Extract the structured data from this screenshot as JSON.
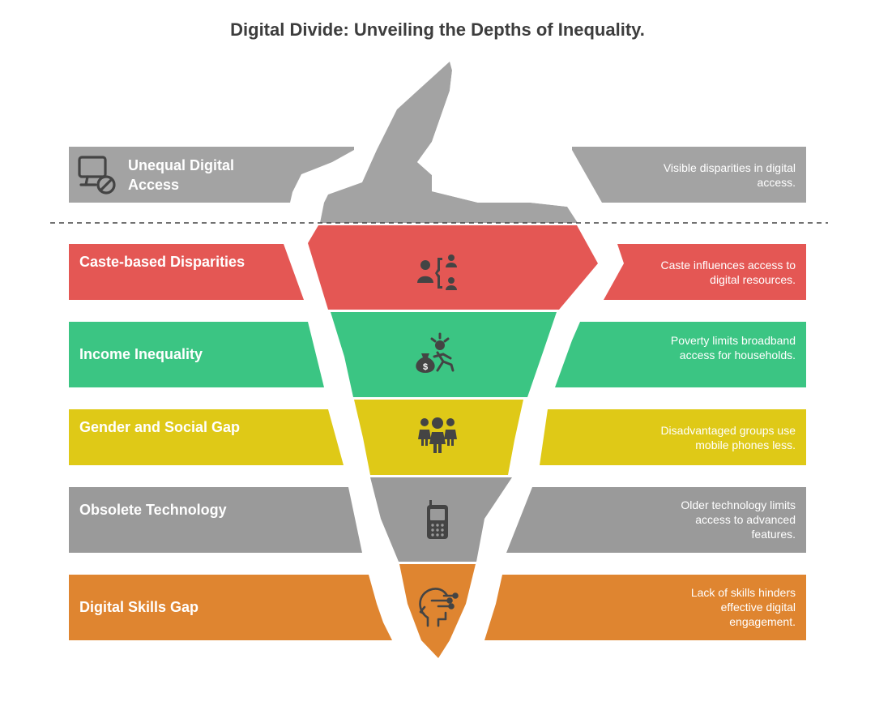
{
  "title": "Digital Divide: Unveiling the Depths of Inequality.",
  "layers": [
    {
      "label": "Unequal Digital Access",
      "description": "Visible disparities in digital access.",
      "color": "#a3a3a3",
      "icon": "monitor-blocked-icon"
    },
    {
      "label": "Caste-based Disparities",
      "description": "Caste influences access to digital resources.",
      "color": "#e45754",
      "icon": "hierarchy-people-icon"
    },
    {
      "label": "Income Inequality",
      "description": "Poverty limits broadband access for households.",
      "color": "#3bc583",
      "icon": "money-bag-runner-icon"
    },
    {
      "label": "Gender and Social Gap",
      "description": "Disadvantaged groups use mobile phones less.",
      "color": "#dfc917",
      "icon": "people-group-icon"
    },
    {
      "label": "Obsolete Technology",
      "description": "Older technology limits access to advanced features.",
      "color": "#9a9a9a",
      "icon": "feature-phone-icon"
    },
    {
      "label": "Digital Skills Gap",
      "description": "Lack of skills hinders effective digital engagement.",
      "color": "#df8530",
      "icon": "head-circuit-icon"
    }
  ]
}
